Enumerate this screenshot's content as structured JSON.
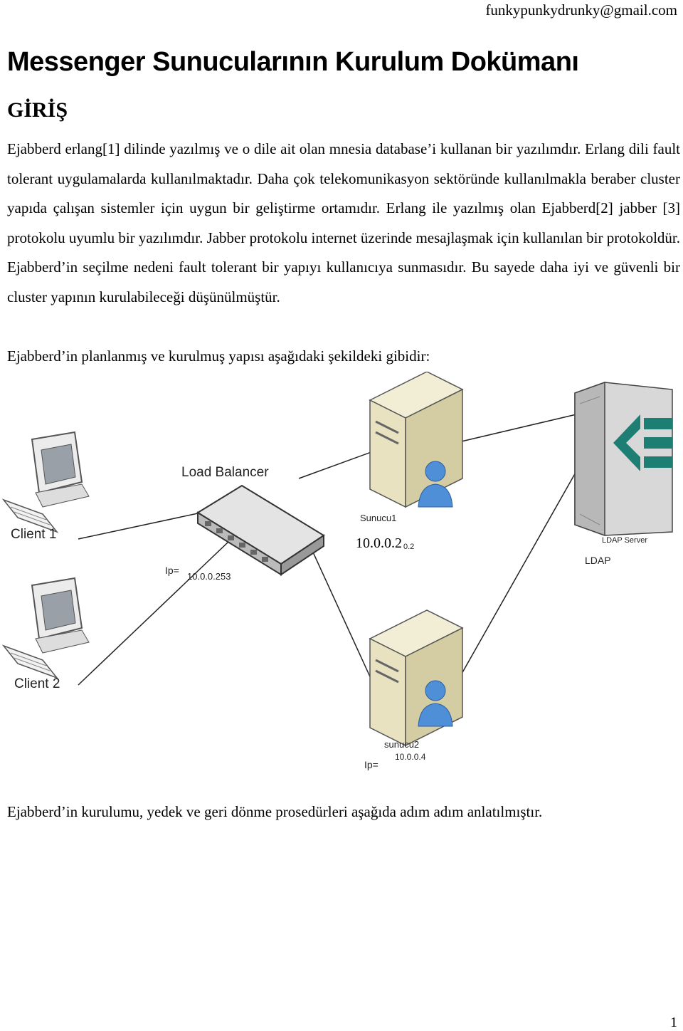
{
  "header": {
    "email": "funkypunkydrunky@gmail.com"
  },
  "document": {
    "title": "Messenger Sunucularının Kurulum Dokümanı",
    "section_heading": "GİRİŞ",
    "paragraph_1": "Ejabberd erlang[1] dilinde yazılmış ve o dile ait olan mnesia database’i kullanan bir yazılımdır. Erlang dili fault tolerant uygulamalarda kullanılmaktadır. Daha çok telekomunikasyon sektöründe kullanılmakla beraber cluster yapıda çalışan sistemler için uygun bir geliştirme ortamıdır. Erlang ile yazılmış olan Ejabberd[2] jabber [3] protokolu uyumlu bir yazılımdır. Jabber protokolu internet üzerinde mesajlaşmak için kullanılan bir protokoldür. Ejabberd’in seçilme nedeni fault tolerant bir yapıyı kullanıcıya sunmasıdır. Bu sayede daha iyi ve güvenli bir cluster yapının kurulabileceği düşünülmüştür.",
    "paragraph_2": "Ejabberd’in planlanmış ve kurulmuş yapısı aşağıdaki şekildeki gibidir:",
    "paragraph_3": "Ejabberd’in kurulumu, yedek ve geri dönme prosedürleri aşağıda adım adım anlatılmıştır."
  },
  "diagram": {
    "client1_label": "Client 1",
    "client2_label": "Client 2",
    "load_balancer_label": "Load Balancer",
    "lb_ip_prefix": "Ip=",
    "lb_ip": "10.0.0.253",
    "server1_label": "Sunucu1",
    "server1_ip_overlay": "10.0.0.2",
    "server1_ip_small": "0.2",
    "server2_label": "sunucu2",
    "server2_ip": "10.0.0.4",
    "server2_ip_prefix": "Ip=",
    "ldap_server_label": "LDAP Server",
    "ldap_label": "LDAP",
    "colors": {
      "server_body": "#e8e2c0",
      "ldap_body": "#c8c8c8",
      "ldap_accent": "#1d7f74",
      "user_icon": "#4f8fd8"
    }
  },
  "footer": {
    "page_number": "1"
  }
}
